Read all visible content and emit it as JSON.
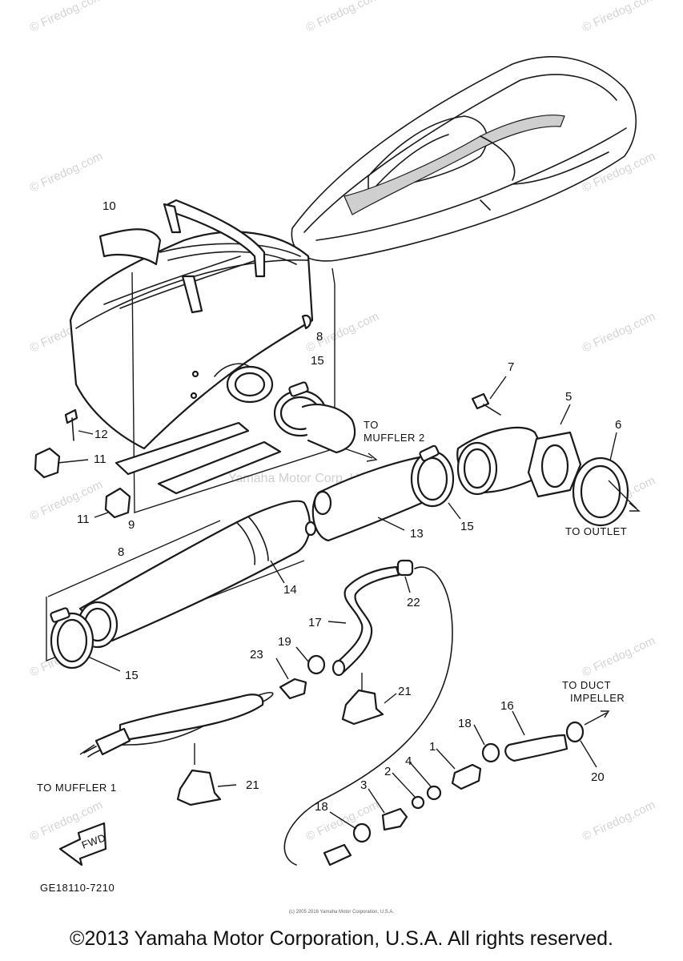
{
  "watermarks": {
    "firedog": "© Firedog.com",
    "center": "Yamaha Motor Corp, U.S.A."
  },
  "callouts": {
    "c1": "1",
    "c2": "2",
    "c3": "3",
    "c4": "4",
    "c5": "5",
    "c6": "6",
    "c7": "7",
    "c8a": "8",
    "c8b": "8",
    "c9": "9",
    "c10": "10",
    "c11a": "11",
    "c11b": "11",
    "c12": "12",
    "c13": "13",
    "c14": "14",
    "c15a": "15",
    "c15b": "15",
    "c15c": "15",
    "c16": "16",
    "c17": "17",
    "c18a": "18",
    "c18b": "18",
    "c19": "19",
    "c20": "20",
    "c21a": "21",
    "c21b": "21",
    "c22": "22",
    "c23": "23"
  },
  "notes": {
    "to_muffler2_l1": "TO",
    "to_muffler2_l2": "MUFFLER 2",
    "to_outlet": "TO OUTLET",
    "to_duct_l1": "TO DUCT",
    "to_duct_l2": "IMPELLER",
    "to_muffler1": "TO MUFFLER 1",
    "fwd": "FWD",
    "diagram_code": "GE18110-7210"
  },
  "footer": {
    "tiny": "(c) 2005 2016 Yamaha Motor Corporation, U.S.A.",
    "copyright": "©2013 Yamaha Motor Corporation, U.S.A. All rights reserved."
  }
}
